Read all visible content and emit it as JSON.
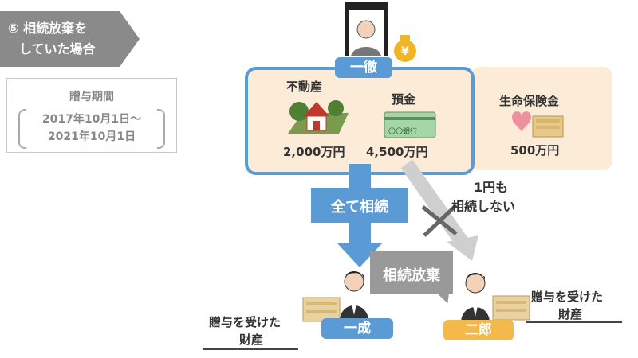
{
  "scenario": {
    "line1": "⑤ 相続放棄を",
    "line2": "していた場合"
  },
  "gift_period": {
    "title": "贈与期間",
    "start": "2017年10月1日～",
    "end": "2021年10月1日"
  },
  "decedent": {
    "name": "一徹"
  },
  "estate": {
    "real_estate": {
      "label": "不動産",
      "value": "2,000万円"
    },
    "deposit": {
      "label": "預金",
      "value": "4,500万円",
      "card_text": "〇〇銀行"
    },
    "insurance": {
      "label": "生命保険金",
      "value": "500万円"
    }
  },
  "coin_symbol": "¥",
  "inherit_all": "全て相続",
  "renounce": "相続放棄",
  "no_inheritance": {
    "line1": "1円も",
    "line2": "相続しない"
  },
  "heirs": {
    "kazunari": "一成",
    "jiro": "二郎"
  },
  "gifted_property": {
    "line1": "贈与を受けた",
    "line2": "財産"
  },
  "colors": {
    "blue": "#5b9bd5",
    "beige": "#fcebd7",
    "orange": "#f3b94a",
    "gray": "#999999"
  }
}
